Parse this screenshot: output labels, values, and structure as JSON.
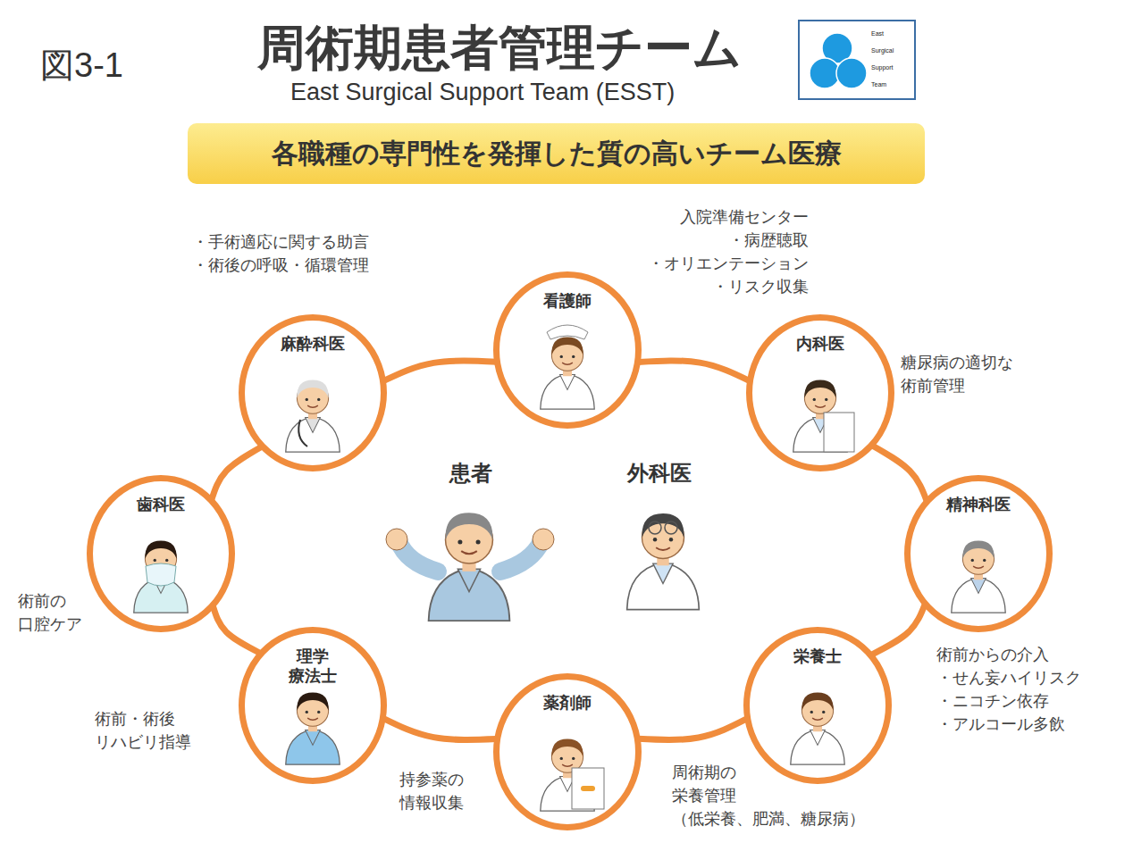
{
  "diagram": {
    "title": "周術期患者管理チーム",
    "nodes": [
      {
        "text": [
          "East Surgical Support Team"
        ]
      },
      {
        "text": [
          "各職種の専門性を発揮した質の高いチーム医療"
        ]
      },
      {
        "text": [
          "看護師",
          "入院準備センター ・病歴聴取 ・オリエンテーション ・リスク収集"
        ]
      },
      {
        "text": [
          "内科医",
          "糖尿病の適切な 術前管理"
        ]
      },
      {
        "text": [
          "精神科医",
          "術前からの介入 ・せん妄ハイリスク ・ニコチン依存 ・アルコール多飲"
        ]
      },
      {
        "text": [
          "栄養士",
          "周術期の 栄養管理 （低栄養、肥満、糖尿病）"
        ]
      },
      {
        "text": [
          "薬剤師",
          "持参薬の 情報収集"
        ]
      },
      {
        "text": [
          "理学 療法士",
          "術前・術後 リハビリ指導"
        ]
      },
      {
        "text": [
          "歯科医",
          "術前の 口腔ケア"
        ]
      },
      {
        "text": [
          "麻酔科医",
          "・手術適応に関する助言 ・術後の呼吸・循環管理"
        ]
      }
    ],
    "edges": [
      {
        "from": 9,
        "to": 2,
        "arrow": "none"
      },
      {
        "from": 2,
        "to": 3,
        "arrow": "none"
      },
      {
        "from": 3,
        "to": 4,
        "arrow": "none"
      },
      {
        "from": 4,
        "to": 5,
        "arrow": "none"
      },
      {
        "from": 5,
        "to": 6,
        "arrow": "none"
      },
      {
        "from": 6,
        "to": 7,
        "arrow": "none"
      },
      {
        "from": 7,
        "to": 8,
        "arrow": "none"
      },
      {
        "from": 8,
        "to": 9,
        "arrow": "none"
      }
    ],
    "labels": [
      "図3-1",
      "East Surgical Support Team (ESST)",
      "患者",
      "外科医"
    ]
  }
}
